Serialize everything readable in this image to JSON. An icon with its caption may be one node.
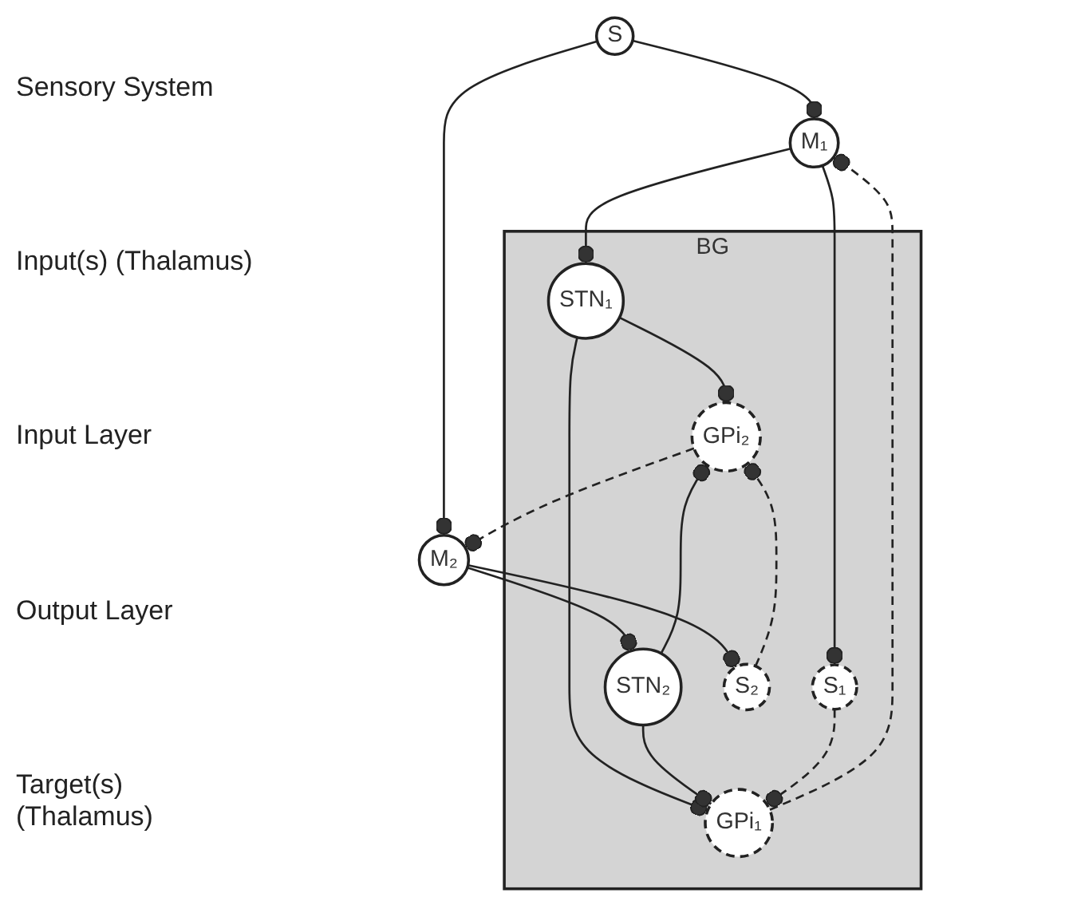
{
  "diagram": {
    "nodes": [
      {
        "text": [
          "S"
        ]
      },
      {
        "text": [
          "M₁"
        ]
      },
      {
        "text": [
          "M₂"
        ]
      },
      {
        "text": [
          "BG"
        ]
      },
      {
        "text": [
          "STN₁"
        ],
        "in": 3
      },
      {
        "text": [
          "STN₂"
        ],
        "in": 3
      },
      {
        "text": [
          "S₁"
        ],
        "in": 3
      },
      {
        "text": [
          "S₂"
        ],
        "in": 3
      },
      {
        "text": [
          "GPi₁"
        ],
        "in": 3
      },
      {
        "text": [
          "GPi₂"
        ],
        "in": 3
      }
    ],
    "edges": [
      {
        "from": 0,
        "to": 1,
        "arrow": "other"
      },
      {
        "from": 0,
        "to": 2,
        "arrow": "other"
      },
      {
        "from": 1,
        "to": 4,
        "arrow": "other"
      },
      {
        "from": 1,
        "to": 6,
        "arrow": "other"
      },
      {
        "from": 2,
        "to": 5,
        "arrow": "other"
      },
      {
        "from": 2,
        "to": 7,
        "arrow": "other"
      },
      {
        "from": 4,
        "to": 8,
        "arrow": "other"
      },
      {
        "from": 4,
        "to": 9,
        "arrow": "other"
      },
      {
        "from": 5,
        "to": 8,
        "arrow": "other"
      },
      {
        "from": 5,
        "to": 9,
        "arrow": "other"
      },
      {
        "from": 6,
        "to": 8,
        "arrow": "other",
        "style": "dashed"
      },
      {
        "from": 7,
        "to": 9,
        "arrow": "other",
        "style": "dashed"
      },
      {
        "from": 8,
        "to": 1,
        "arrow": "other",
        "style": "dashed"
      },
      {
        "from": 9,
        "to": 2,
        "arrow": "other",
        "style": "dashed"
      }
    ],
    "labels": [
      "Sensory System",
      "Input(s) (Thalamus)",
      "Input Layer",
      "Output Layer",
      "Target(s) (Thalamus)"
    ]
  }
}
